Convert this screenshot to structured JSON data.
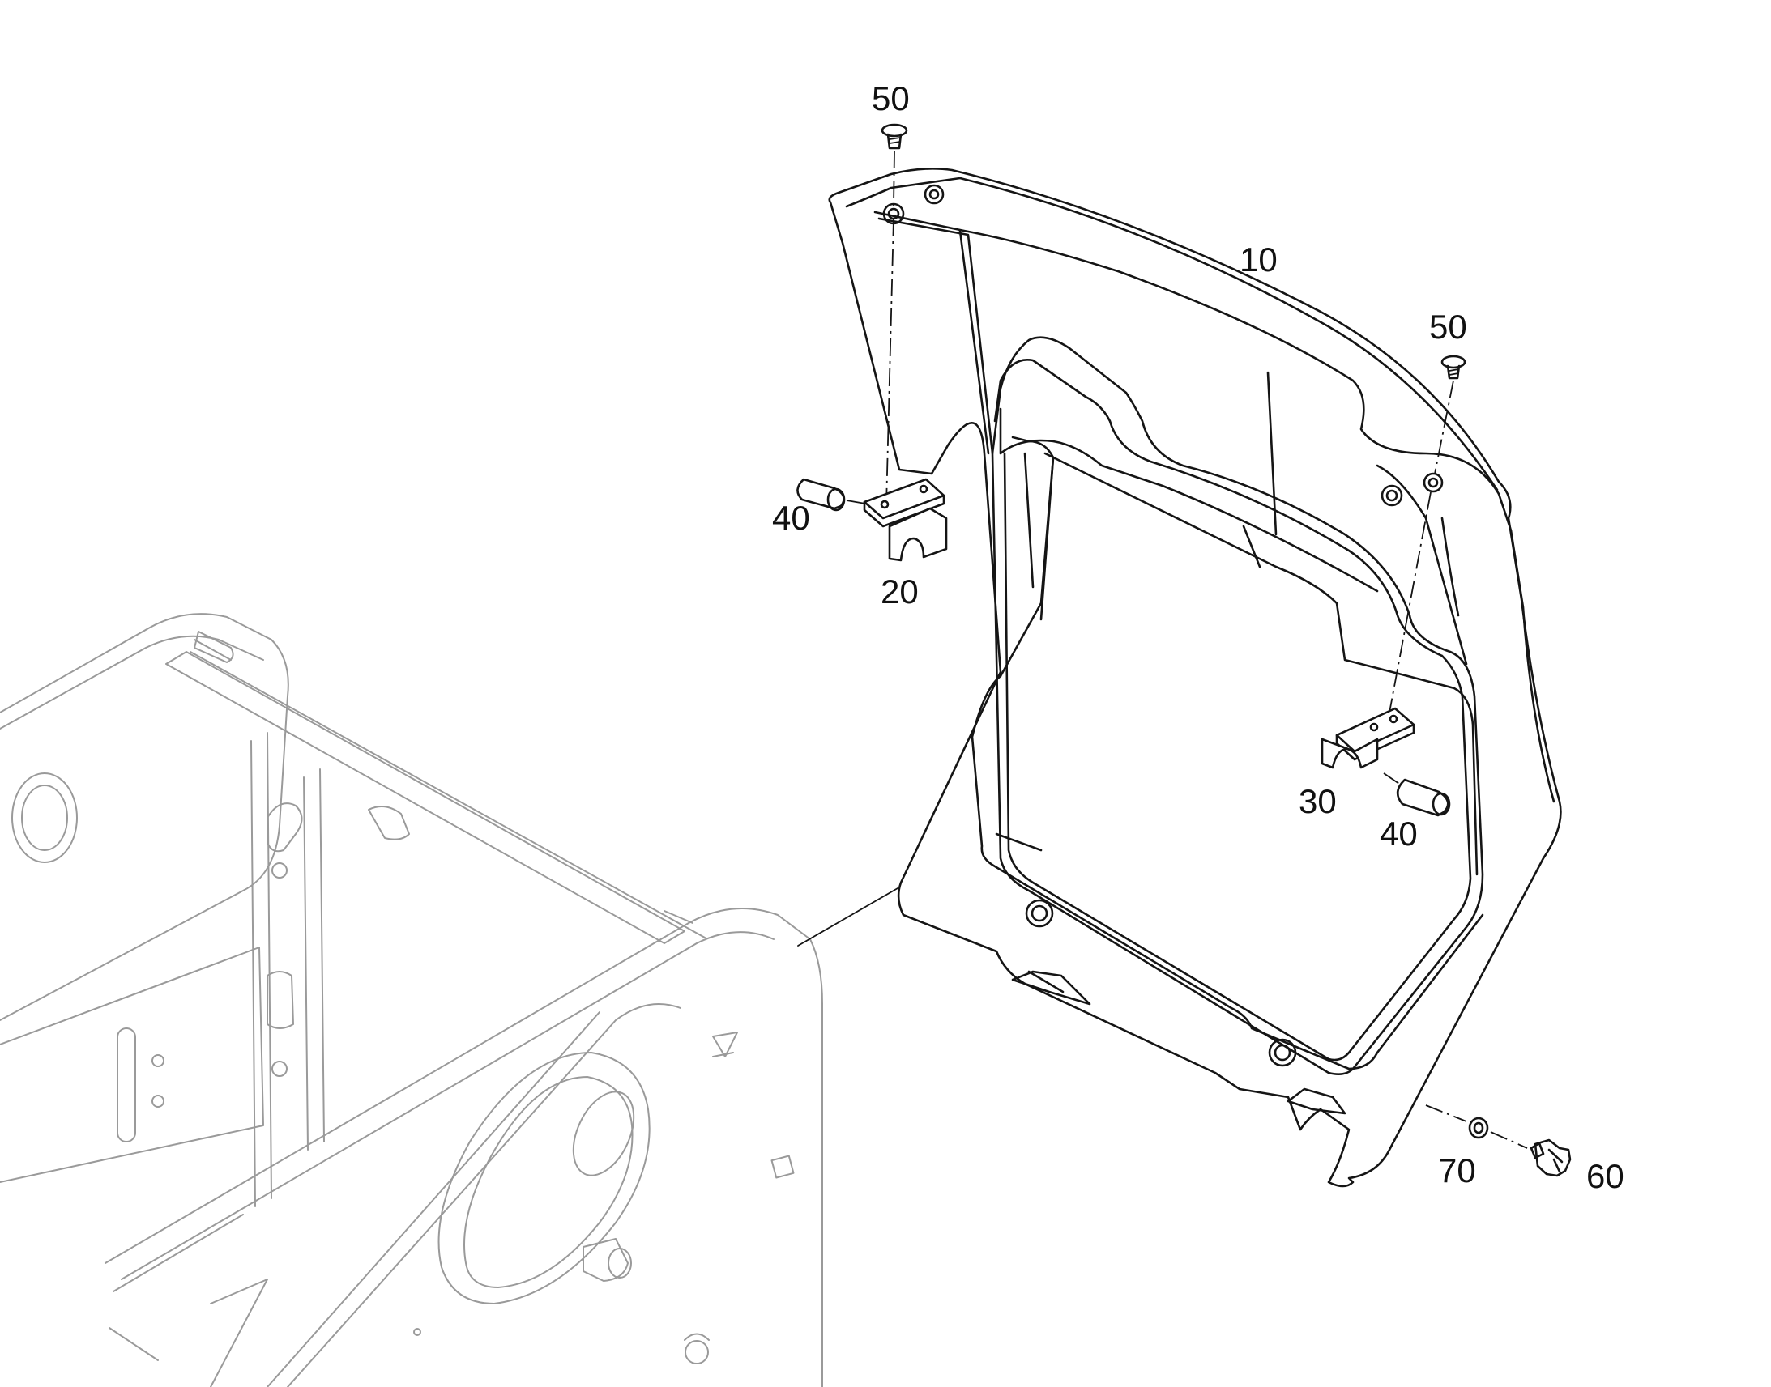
{
  "diagram": {
    "callouts": [
      {
        "id": "label-10",
        "text": "10"
      },
      {
        "id": "label-20",
        "text": "20"
      },
      {
        "id": "label-30",
        "text": "30"
      },
      {
        "id": "label-40-left",
        "text": "40"
      },
      {
        "id": "label-40-right",
        "text": "40"
      },
      {
        "id": "label-50-left",
        "text": "50"
      },
      {
        "id": "label-50-right",
        "text": "50"
      },
      {
        "id": "label-60",
        "text": "60"
      },
      {
        "id": "label-70",
        "text": "70"
      }
    ],
    "colors": {
      "ink": "#151515",
      "ghost_frame": "#9a9a9a",
      "background": "#ffffff"
    }
  }
}
